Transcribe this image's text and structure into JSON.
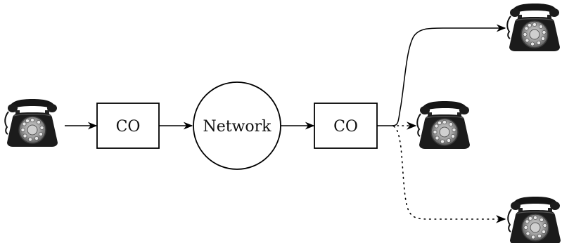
{
  "diagram": {
    "nodes": {
      "co_left": "CO",
      "network": "Network",
      "co_right": "CO"
    },
    "phones": [
      {
        "id": "caller",
        "icon": "rotary-telephone-icon"
      },
      {
        "id": "callee-top",
        "icon": "rotary-telephone-icon"
      },
      {
        "id": "callee-middle",
        "icon": "rotary-telephone-icon"
      },
      {
        "id": "callee-bottom",
        "icon": "rotary-telephone-icon"
      }
    ],
    "edges": [
      {
        "from": "caller",
        "to": "co_left",
        "style": "solid"
      },
      {
        "from": "co_left",
        "to": "network",
        "style": "solid"
      },
      {
        "from": "network",
        "to": "co_right",
        "style": "solid"
      },
      {
        "from": "co_right",
        "to": "callee-top",
        "style": "solid"
      },
      {
        "from": "co_right",
        "to": "callee-middle",
        "style": "dotted"
      },
      {
        "from": "co_right",
        "to": "callee-bottom",
        "style": "dotted"
      }
    ],
    "colors": {
      "stroke": "#000000",
      "phone_body": "#1b1b1b",
      "dial_face": "#9a9a9a"
    }
  }
}
